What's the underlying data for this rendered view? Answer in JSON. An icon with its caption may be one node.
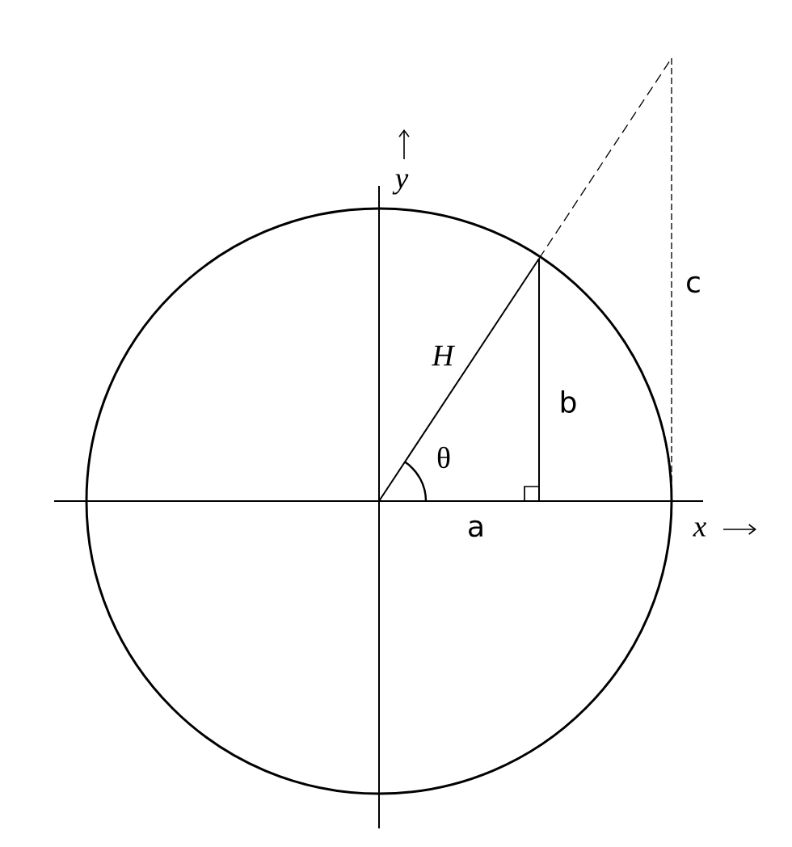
{
  "diagram": {
    "labels": [
      "y",
      "c",
      "H",
      "b",
      "θ",
      "a",
      "x"
    ]
  }
}
